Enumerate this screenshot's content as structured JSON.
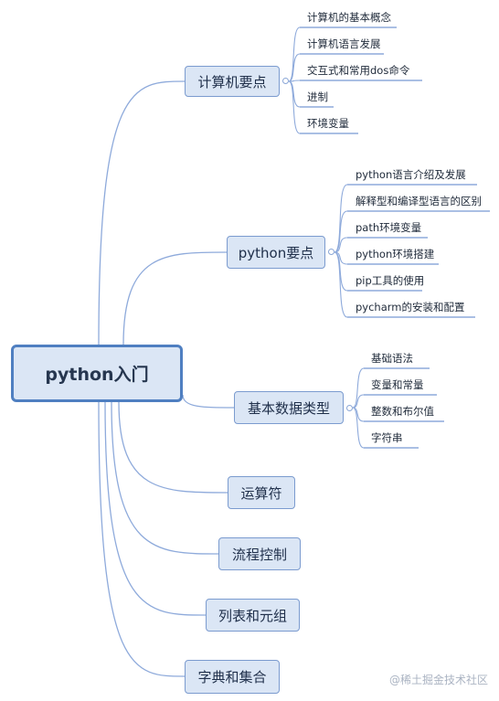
{
  "root": "python入门",
  "branches": [
    {
      "label": "计算机要点",
      "items": [
        "计算机的基本概念",
        "计算机语言发展",
        "交互式和常用dos命令",
        "进制",
        "环境变量"
      ]
    },
    {
      "label": "python要点",
      "items": [
        "python语言介绍及发展",
        "解释型和编译型语言的区别",
        "path环境变量",
        "python环境搭建",
        "pip工具的使用",
        "pycharm的安装和配置"
      ]
    },
    {
      "label": "基本数据类型",
      "items": [
        "基础语法",
        "变量和常量",
        "整数和布尔值",
        "字符串"
      ]
    },
    {
      "label": "运算符",
      "items": []
    },
    {
      "label": "流程控制",
      "items": []
    },
    {
      "label": "列表和元组",
      "items": []
    },
    {
      "label": "字典和集合",
      "items": []
    }
  ],
  "watermark": "@稀土掘金技术社区",
  "colors": {
    "line": "#8eaadb",
    "node_fill": "#dbe6f5",
    "root_border": "#4f7fc1"
  }
}
